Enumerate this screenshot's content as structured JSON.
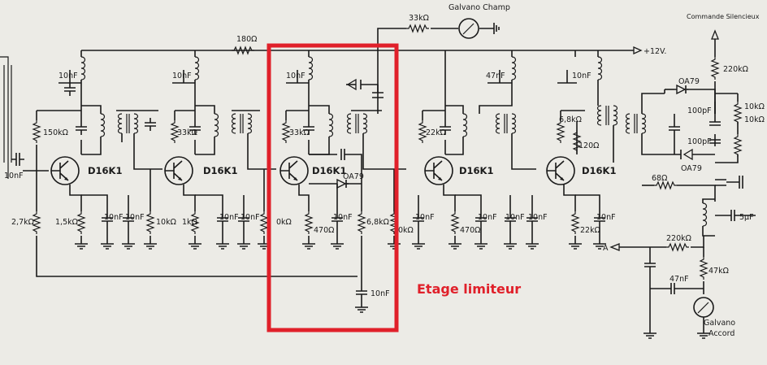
{
  "labels": {
    "galvano_champ": "Galvano Champ",
    "commande_silencieux": "Commande Silencieux",
    "supply": "+12V.",
    "r_33k_top": "33kΩ",
    "r_180": "180Ω",
    "r_220k_top": "220kΩ",
    "c_in": "10nF",
    "dec1": "10nF",
    "dec2": "10nF",
    "dec3": "10nF",
    "dec4": "47nF",
    "dec5": "10nF",
    "r150k": "150kΩ",
    "r2_7k": "2,7kΩ",
    "r33k_2": "33kΩ",
    "r33k_3": "33kΩ",
    "r22k": "22kΩ",
    "r6_8k_top": "6,8kΩ",
    "r120": "120Ω",
    "t1": "D16K1",
    "t2": "D16K1",
    "t3": "D16K1",
    "t4": "D16K1",
    "t5": "D16K1",
    "r1_5k": "1,5kΩ",
    "c1": "10nF",
    "c2": "10nF",
    "r10k_1": "10kΩ",
    "r1k": "1kΩ",
    "c3": "10nF",
    "c4": "10nF",
    "r0k": "0kΩ",
    "r470": "470Ω",
    "c5": "10nF",
    "r6_8k": "6,8kΩ",
    "oa79_lim": "OA79",
    "r0k_2": "0kΩ",
    "c6": "10nF",
    "r470_2": "470Ω",
    "c7": "10nF",
    "c8": "10nF",
    "c9": "10nF",
    "r22k_2": "22kΩ",
    "c10": "10nF",
    "c_lim_bottom": "10nF",
    "oa79_a": "OA79",
    "oa79_b": "OA79",
    "c100p_a": "100pF",
    "c100p_b": "100pF",
    "r10k_r1": "10kΩ",
    "r10k_r2": "10kΩ",
    "r68": "68Ω",
    "c5uf": "5μF",
    "out_a": "A",
    "r220k_b": "220kΩ",
    "r47k": "47kΩ",
    "c47n_b": "47nF",
    "galvano_accord_1": "Galvano",
    "galvano_accord_2": "Accord",
    "annotation": "Etage limiteur"
  },
  "colors": {
    "highlight": "#e0202a",
    "ink": "#1a1a1a",
    "paper": "#ecebe6"
  }
}
